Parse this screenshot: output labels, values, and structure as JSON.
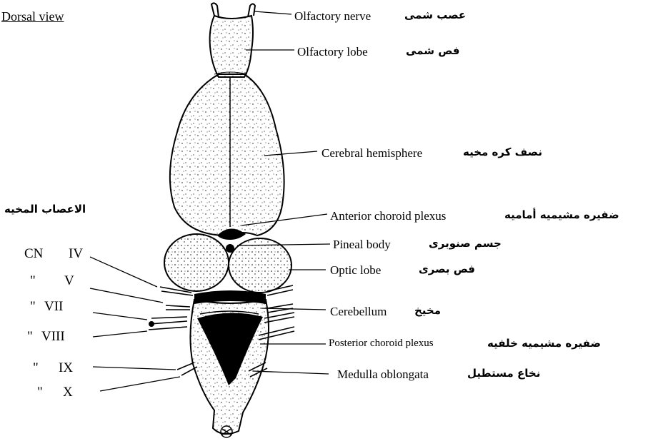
{
  "title": "Dorsal view",
  "cranial_nerves_heading": "الاعصاب المخيه",
  "labels": [
    {
      "key": "olfactory_nerve",
      "en": "Olfactory nerve",
      "ar": "عصب شمى"
    },
    {
      "key": "olfactory_lobe",
      "en": "Olfactory lobe",
      "ar": "فص شمى"
    },
    {
      "key": "cerebral_hemisphere",
      "en": "Cerebral hemisphere",
      "ar": "نصف كره مخيه"
    },
    {
      "key": "anterior_choroid_plexus",
      "en": "Anterior choroid plexus",
      "ar": "ضفيره مشيميه أماميه"
    },
    {
      "key": "pineal_body",
      "en": "Pineal body",
      "ar": "جسم صنوبرى"
    },
    {
      "key": "optic_lobe",
      "en": "Optic lobe",
      "ar": "فص بصرى"
    },
    {
      "key": "cerebellum",
      "en": "Cerebellum",
      "ar": "مخيخ"
    },
    {
      "key": "posterior_choroid_plexus",
      "en": "Posterior choroid plexus",
      "ar": "ضفيره مشيميه خلفيه"
    },
    {
      "key": "medulla_oblongata",
      "en": "Medulla oblongata",
      "ar": "نخاع مستطيل"
    }
  ],
  "cranial_nerves": [
    {
      "prefix": "CN",
      "numeral": "IV"
    },
    {
      "prefix": "\"",
      "numeral": "V"
    },
    {
      "prefix": "\"",
      "numeral": "VII"
    },
    {
      "prefix": "\"",
      "numeral": "VIII"
    },
    {
      "prefix": "\"",
      "numeral": "IX"
    },
    {
      "prefix": "\"",
      "numeral": "X"
    }
  ]
}
